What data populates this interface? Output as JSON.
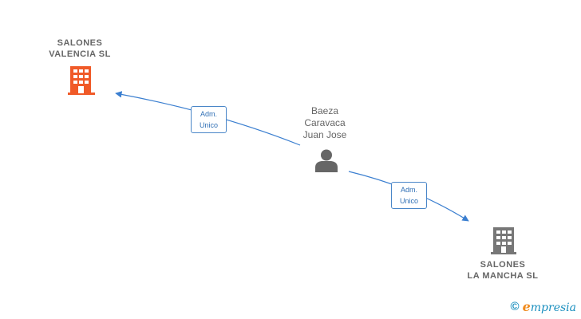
{
  "nodes": {
    "company_valencia": {
      "line1": "SALONES",
      "line2": "VALENCIA  SL",
      "icon": "building-icon",
      "color": "#f05a28"
    },
    "person": {
      "line1": "Baeza",
      "line2": "Caravaca",
      "line3": "Juan Jose",
      "icon": "person-icon",
      "color": "#666666"
    },
    "company_mancha": {
      "line1": "SALONES",
      "line2": "LA MANCHA SL",
      "icon": "building-icon",
      "color": "#777777"
    }
  },
  "edges": [
    {
      "from": "person",
      "to": "company_valencia",
      "label_line1": "Adm.",
      "label_line2": "Unico"
    },
    {
      "from": "person",
      "to": "company_mancha",
      "label_line1": "Adm.",
      "label_line2": "Unico"
    }
  ],
  "colors": {
    "edge": "#3b7fd0",
    "badge_text": "#2f6fb5"
  },
  "footer": {
    "copyright_symbol": "©",
    "brand_first": "e",
    "brand_rest": "mpresia"
  }
}
